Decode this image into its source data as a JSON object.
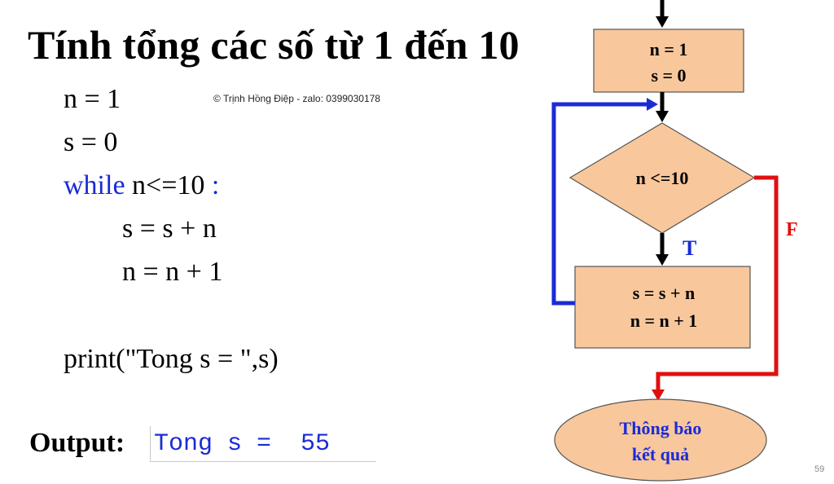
{
  "title": "Tính tổng các số từ 1 đến 10",
  "watermark": "© Trịnh Hồng Điệp - zalo: 0399030178",
  "code": {
    "line1": "n = 1",
    "line2": "s = 0",
    "while_keyword": "while",
    "while_condition": " n<=10 ",
    "while_colon": ":",
    "line4": "s = s + n",
    "line5": "n = n + 1",
    "line6": "print(\"Tong s = \",s)"
  },
  "output": {
    "label": "Output:",
    "value": "Tong s =  55"
  },
  "flowchart": {
    "init_line1": "n = 1",
    "init_line2": "s = 0",
    "condition": "n <=10",
    "true_label": "T",
    "false_label": "F",
    "body_line1": "s = s + n",
    "body_line2": "n = n + 1",
    "end_line1": "Thông báo",
    "end_line2": "kết quả",
    "colors": {
      "box_fill": "#f8c79c",
      "loop_back": "#1a2bd6",
      "false_branch": "#e01010",
      "true_label": "#1a2bd6",
      "false_label": "#e01010"
    }
  },
  "page_number": "59"
}
